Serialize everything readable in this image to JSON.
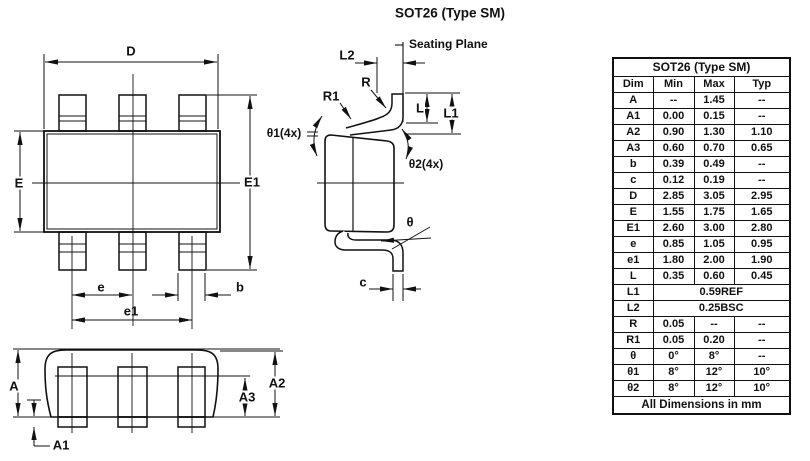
{
  "title": "SOT26 (Type SM)",
  "labels": {
    "D": "D",
    "E": "E",
    "E1": "E1",
    "e": "e",
    "e1": "e1",
    "b": "b",
    "L2": "L2",
    "R": "R",
    "R1": "R1",
    "theta1": "θ1(4x)",
    "theta2": "θ2(4x)",
    "L": "L",
    "L1": "L1",
    "theta": "θ",
    "c": "c",
    "A": "A",
    "A1": "A1",
    "A2": "A2",
    "A3": "A3",
    "seating_plane": "Seating Plane"
  },
  "table": {
    "title": "SOT26 (Type SM)",
    "headers": [
      "Dim",
      "Min",
      "Max",
      "Typ"
    ],
    "rows": [
      {
        "dim": "A",
        "min": "--",
        "max": "1.45",
        "typ": "--"
      },
      {
        "dim": "A1",
        "min": "0.00",
        "max": "0.15",
        "typ": "--"
      },
      {
        "dim": "A2",
        "min": "0.90",
        "max": "1.30",
        "typ": "1.10"
      },
      {
        "dim": "A3",
        "min": "0.60",
        "max": "0.70",
        "typ": "0.65"
      },
      {
        "dim": "b",
        "min": "0.39",
        "max": "0.49",
        "typ": "--"
      },
      {
        "dim": "c",
        "min": "0.12",
        "max": "0.19",
        "typ": "--"
      },
      {
        "dim": "D",
        "min": "2.85",
        "max": "3.05",
        "typ": "2.95"
      },
      {
        "dim": "E",
        "min": "1.55",
        "max": "1.75",
        "typ": "1.65"
      },
      {
        "dim": "E1",
        "min": "2.60",
        "max": "3.00",
        "typ": "2.80"
      },
      {
        "dim": "e",
        "min": "0.85",
        "max": "1.05",
        "typ": "0.95"
      },
      {
        "dim": "e1",
        "min": "1.80",
        "max": "2.00",
        "typ": "1.90"
      },
      {
        "dim": "L",
        "min": "0.35",
        "max": "0.60",
        "typ": "0.45"
      },
      {
        "dim": "L1",
        "span": "0.59REF"
      },
      {
        "dim": "L2",
        "span": "0.25BSC"
      },
      {
        "dim": "R",
        "min": "0.05",
        "max": "--",
        "typ": "--"
      },
      {
        "dim": "R1",
        "min": "0.05",
        "max": "0.20",
        "typ": "--"
      },
      {
        "dim": "θ",
        "min": "0°",
        "max": "8°",
        "typ": "--"
      },
      {
        "dim": "θ1",
        "min": "8°",
        "max": "12°",
        "typ": "10°"
      },
      {
        "dim": "θ2",
        "min": "8°",
        "max": "12°",
        "typ": "10°"
      }
    ],
    "footer": "All Dimensions in mm"
  }
}
